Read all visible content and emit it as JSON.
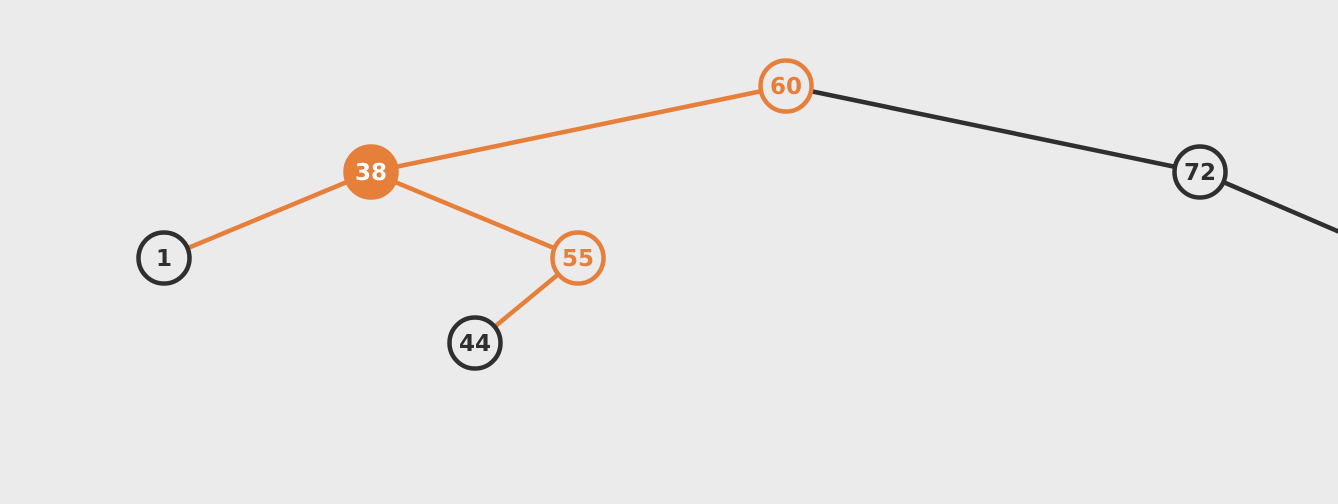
{
  "colors": {
    "background": "#ebebeb",
    "highlight": "#e57f3a",
    "default": "#2f2f2f",
    "node_fill": "#ebebeb",
    "selected_text": "#ffffff"
  },
  "tree": {
    "nodes": [
      {
        "id": "n60",
        "label": "60",
        "state": "path"
      },
      {
        "id": "n38",
        "label": "38",
        "state": "selected"
      },
      {
        "id": "n72",
        "label": "72",
        "state": "default"
      },
      {
        "id": "n1",
        "label": "1",
        "state": "default"
      },
      {
        "id": "n55",
        "label": "55",
        "state": "path"
      },
      {
        "id": "n44",
        "label": "44",
        "state": "default"
      }
    ],
    "edges": [
      {
        "from": "n60",
        "to": "n38",
        "state": "path"
      },
      {
        "from": "n60",
        "to": "n72",
        "state": "default"
      },
      {
        "from": "n72",
        "to": "offscreen-right",
        "state": "default"
      },
      {
        "from": "n38",
        "to": "n1",
        "state": "path"
      },
      {
        "from": "n38",
        "to": "n55",
        "state": "path"
      },
      {
        "from": "n55",
        "to": "n44",
        "state": "path"
      }
    ]
  }
}
